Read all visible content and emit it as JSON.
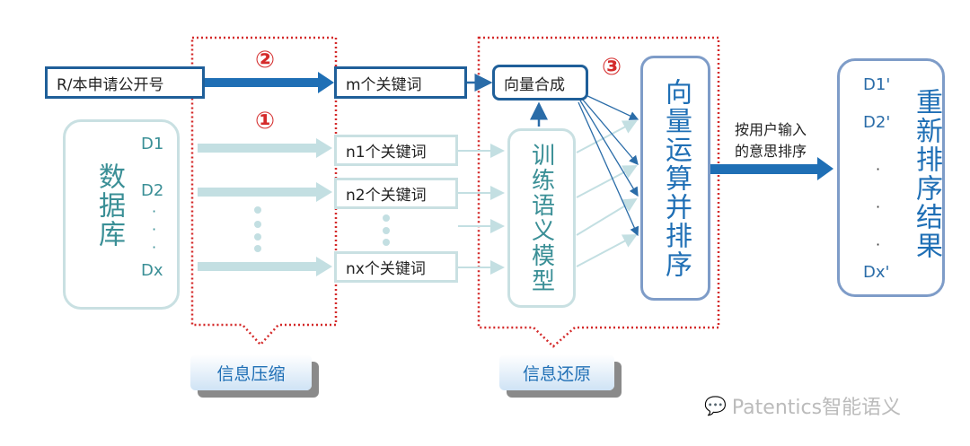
{
  "left_input": "R/本申请公开号",
  "database": {
    "title": "数据库",
    "items": [
      "D1",
      "D2",
      "Dx"
    ]
  },
  "steps": {
    "one": "①",
    "two": "②",
    "three": "③"
  },
  "keywords": {
    "m": "m个关键词",
    "n1": "n1个关键词",
    "n2": "n2个关键词",
    "nx": "nx个关键词"
  },
  "vector_synthesis": "向量合成",
  "model": "训练语义模型",
  "vector_op": "向量运算并排序",
  "sort_label": [
    "按用户输入",
    "的意思排序"
  ],
  "result": {
    "title": "重新排序结果",
    "items": [
      "D1'",
      "D2'",
      "Dx'"
    ]
  },
  "stage_labels": {
    "compress": "信息压缩",
    "restore": "信息还原"
  },
  "watermark": "Patentics智能语义",
  "colors": {
    "dark_blue": "#1f5f99",
    "light_teal": "#c9e0e2",
    "red": "#d42a2a",
    "text_blue": "#1f6fb5"
  }
}
